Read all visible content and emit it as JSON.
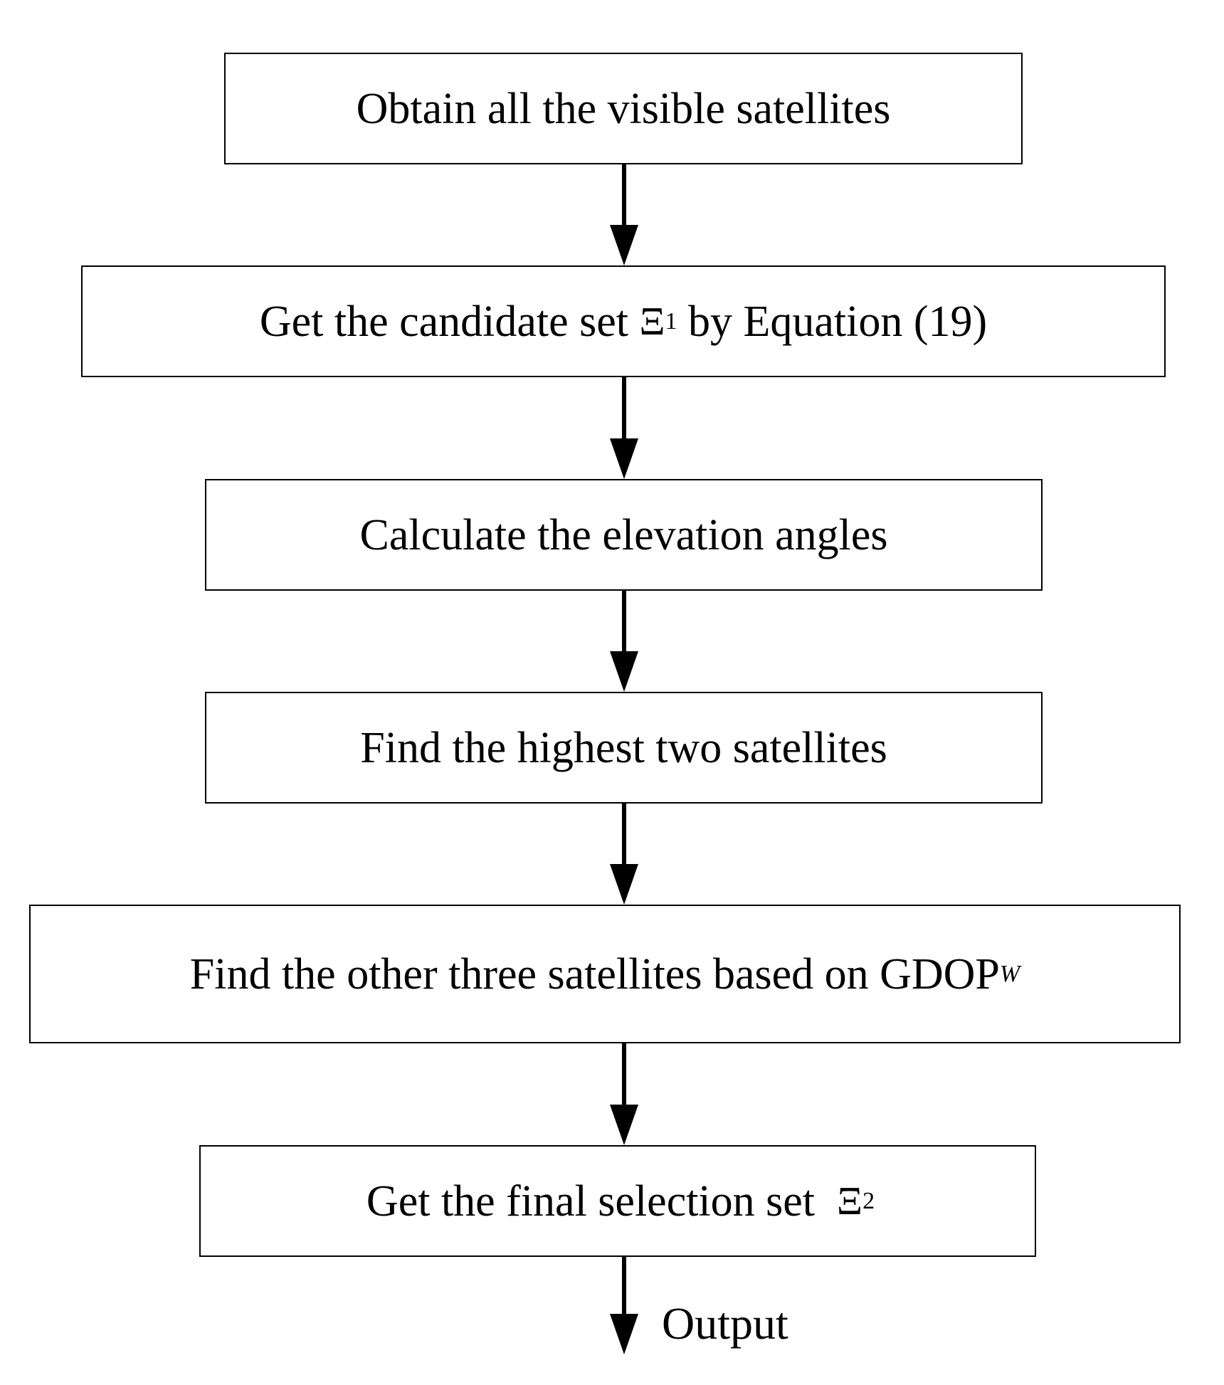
{
  "steps": [
    {
      "pre": "Obtain all the visible satellites",
      "sym": "",
      "sub": "",
      "post": ""
    },
    {
      "pre": "Get the candidate set ",
      "sym": "Ξ",
      "sub": "1",
      "post": " by Equation (19)"
    },
    {
      "pre": "Calculate the elevation angles",
      "sym": "",
      "sub": "",
      "post": ""
    },
    {
      "pre": "Find the highest two satellites",
      "sym": "",
      "sub": "",
      "post": ""
    },
    {
      "pre": "Find the other three satellites based on GDOP",
      "sym": "",
      "sub": "W",
      "post": ""
    },
    {
      "pre": "Get the final selection set  ",
      "sym": "Ξ",
      "sub": "2",
      "post": ""
    }
  ],
  "output_label": "Output"
}
